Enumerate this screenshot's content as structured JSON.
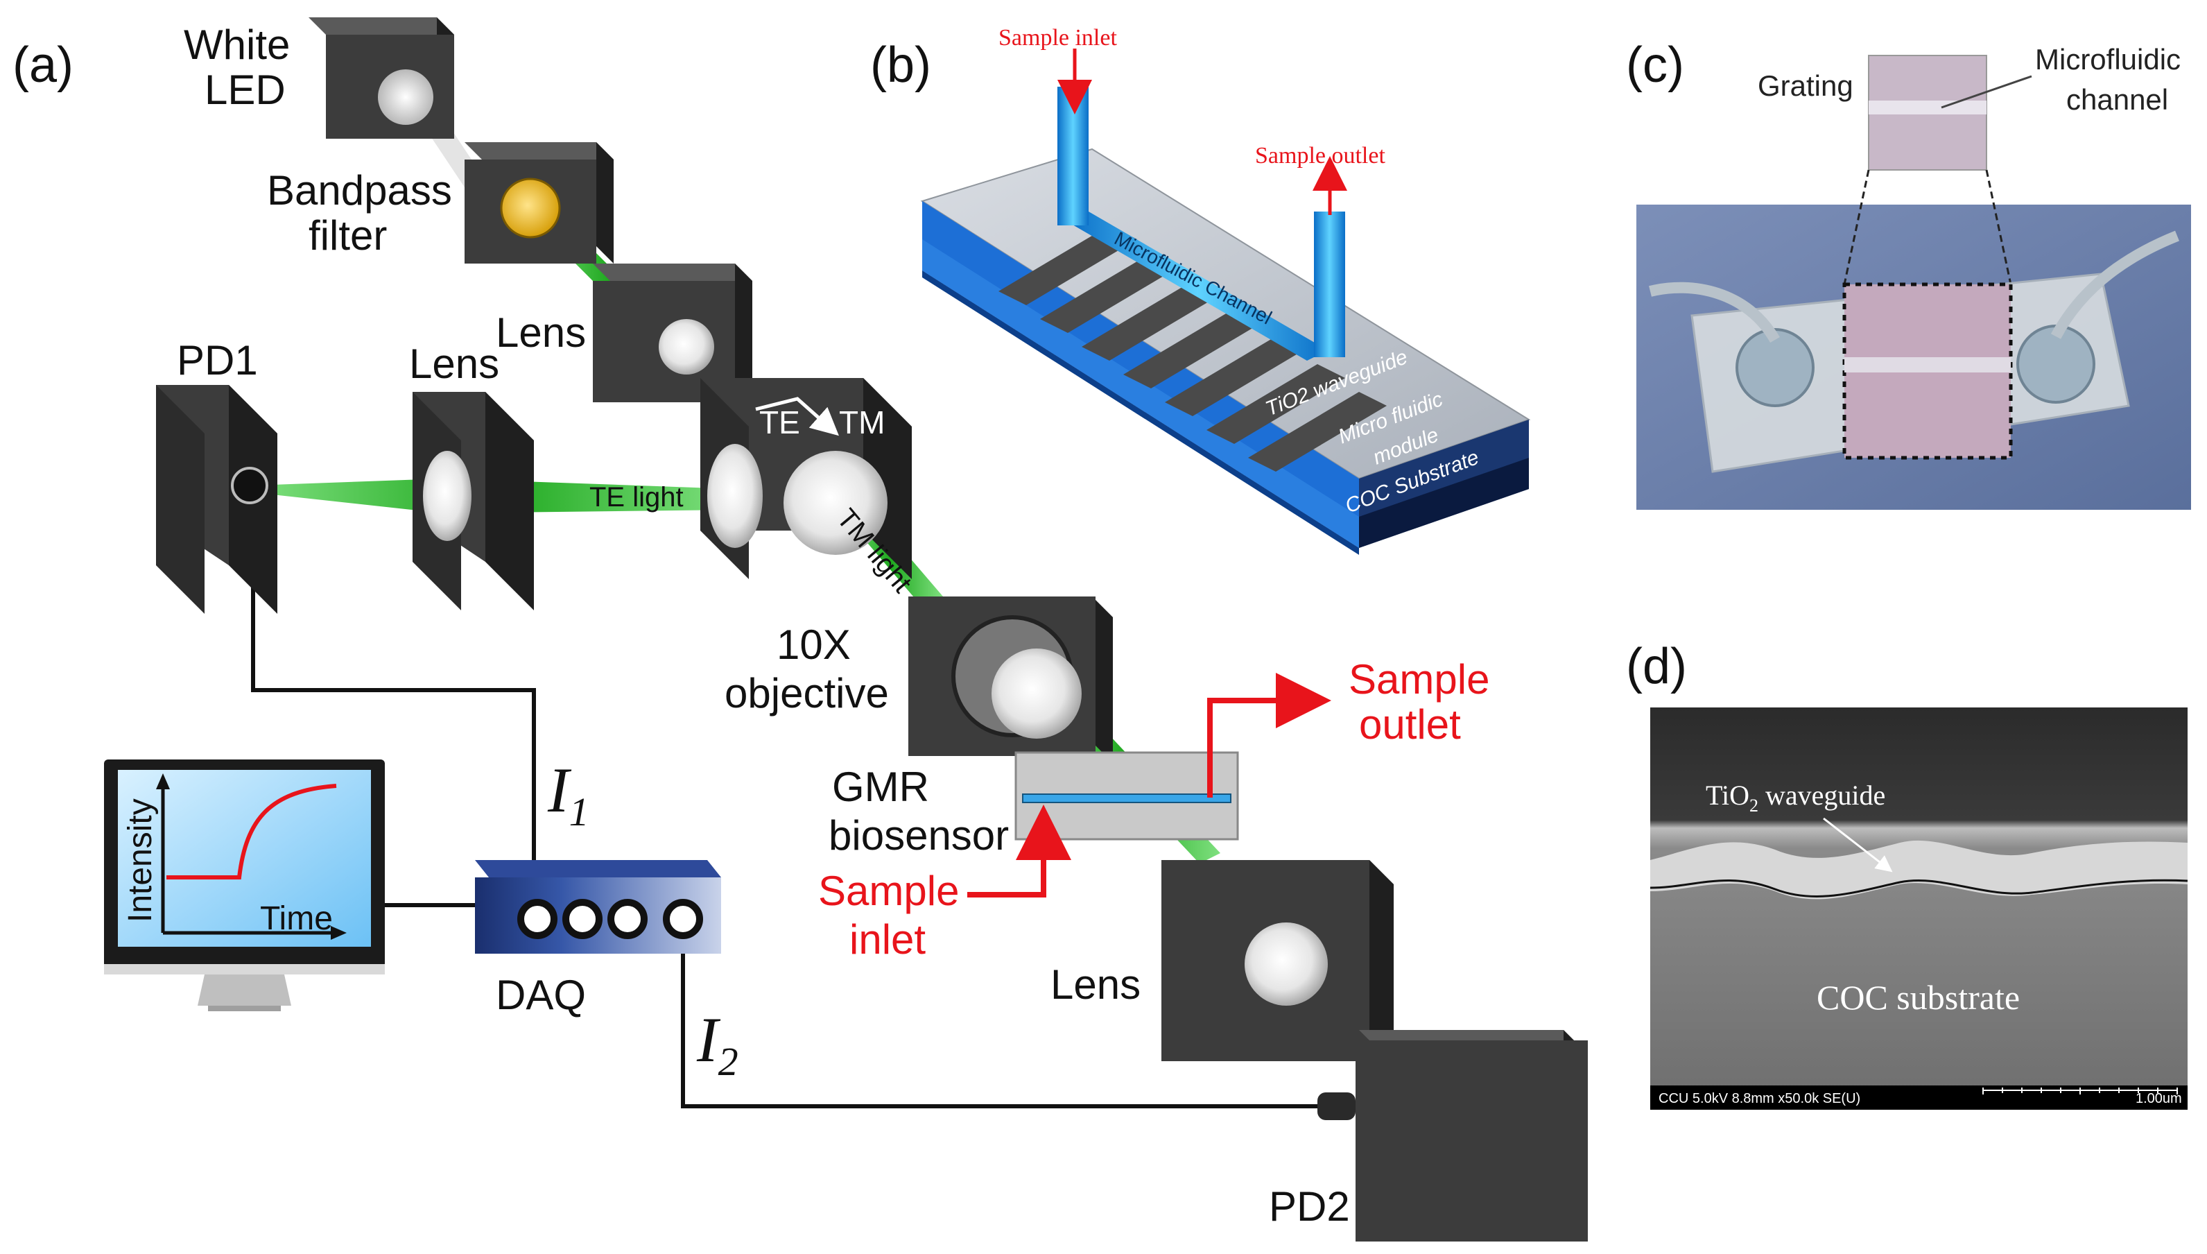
{
  "panels": {
    "a": "(a)",
    "b": "(b)",
    "c": "(c)",
    "d": "(d)"
  },
  "setup": {
    "white_led_line1": "White",
    "white_led_line2": "LED",
    "bandpass_line1": "Bandpass",
    "bandpass_line2": "filter",
    "lens_top": "Lens",
    "pd1": "PD1",
    "lens_pd1": "Lens",
    "pbs_te": "TE",
    "pbs_tm": "TM",
    "te_light": "TE light",
    "tm_light": "TM light",
    "objective_line1": "10X",
    "objective_line2": "objective",
    "gmr_line1": "GMR",
    "gmr_line2": "biosensor",
    "sample_inlet_line1": "Sample",
    "sample_inlet_line2": "inlet",
    "sample_outlet_line1": "Sample",
    "sample_outlet_line2": "outlet",
    "lens_bottom": "Lens",
    "pd2": "PD2",
    "daq": "DAQ",
    "i1_symbol": "I",
    "i1_sub": "1",
    "i2_symbol": "I",
    "i2_sub": "2",
    "monitor_y_label": "Intensity",
    "monitor_x_label": "Time"
  },
  "chip": {
    "sample_inlet": "Sample inlet",
    "sample_outlet": "Sample outlet",
    "channel": "Microfluidic Channel",
    "waveguide": "TiO2 waveguide",
    "module_line1": "Micro fluidic",
    "module_line2": "module",
    "substrate": "COC Substrate"
  },
  "photo": {
    "grating": "Grating",
    "channel_line1": "Microfluidic",
    "channel_line2": "channel"
  },
  "sem": {
    "waveguide_main": "TiO",
    "waveguide_sub": "2",
    "waveguide_rest": " waveguide",
    "substrate": "COC substrate",
    "footer_left": "CCU 5.0kV 8.8mm x50.0k SE(U)",
    "footer_right": "1.00um"
  },
  "colors": {
    "beam": "#2bb52b",
    "red": "#e8141b",
    "box_front": "#3c3c3c",
    "box_side": "#1f1f1f",
    "box_top": "#5a5a5a",
    "screen": "#8fd0ff",
    "daq_body": "#1e3a8a"
  }
}
